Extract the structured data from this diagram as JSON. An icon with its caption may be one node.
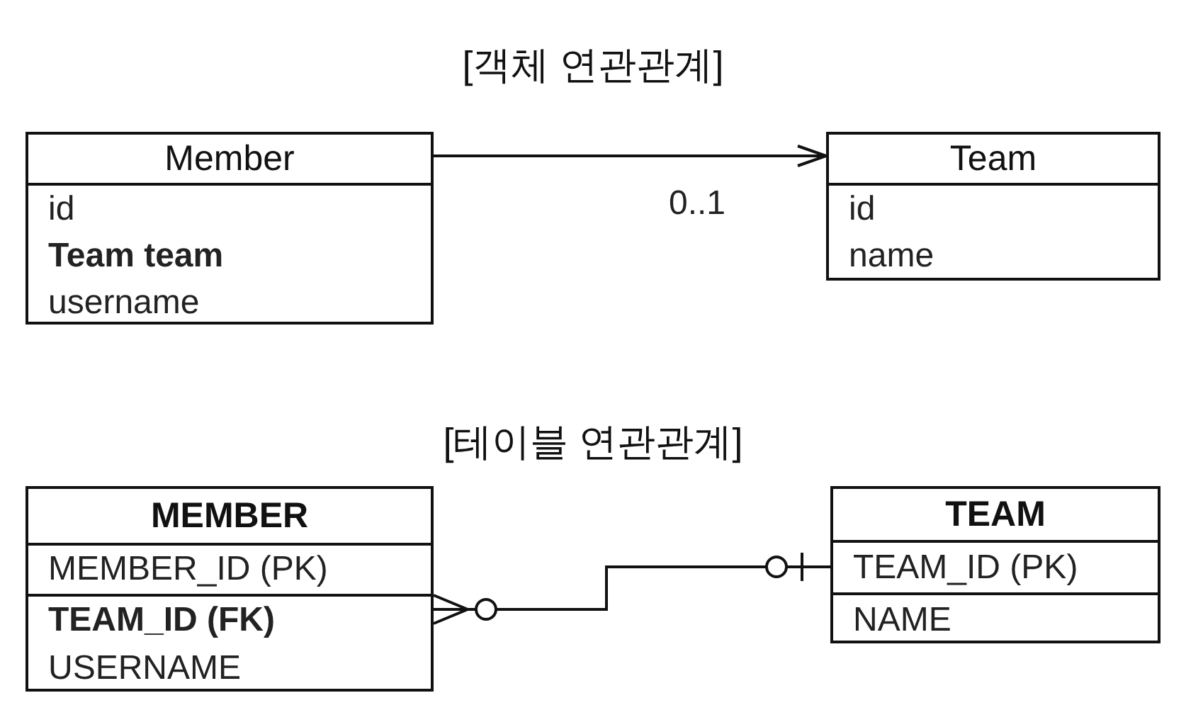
{
  "diagram": {
    "nodes": [
      {
        "text": [
          "Member",
          "id",
          "Team team",
          "username"
        ]
      },
      {
        "text": [
          "Team",
          "id",
          "name"
        ]
      },
      {
        "text": [
          "MEMBER",
          "MEMBER_ID (PK)",
          "TEAM_ID (FK)",
          "USERNAME"
        ]
      },
      {
        "text": [
          "TEAM",
          "TEAM_ID (PK)",
          "NAME"
        ]
      }
    ],
    "edges": [
      {
        "from": 0,
        "to": 1,
        "arrow": "to",
        "label": "0..1"
      },
      {
        "from": 2,
        "to": 3,
        "arrow": "other"
      }
    ],
    "labels": [
      "[객체 연관관계]",
      "[테이블 연관관계]"
    ]
  }
}
